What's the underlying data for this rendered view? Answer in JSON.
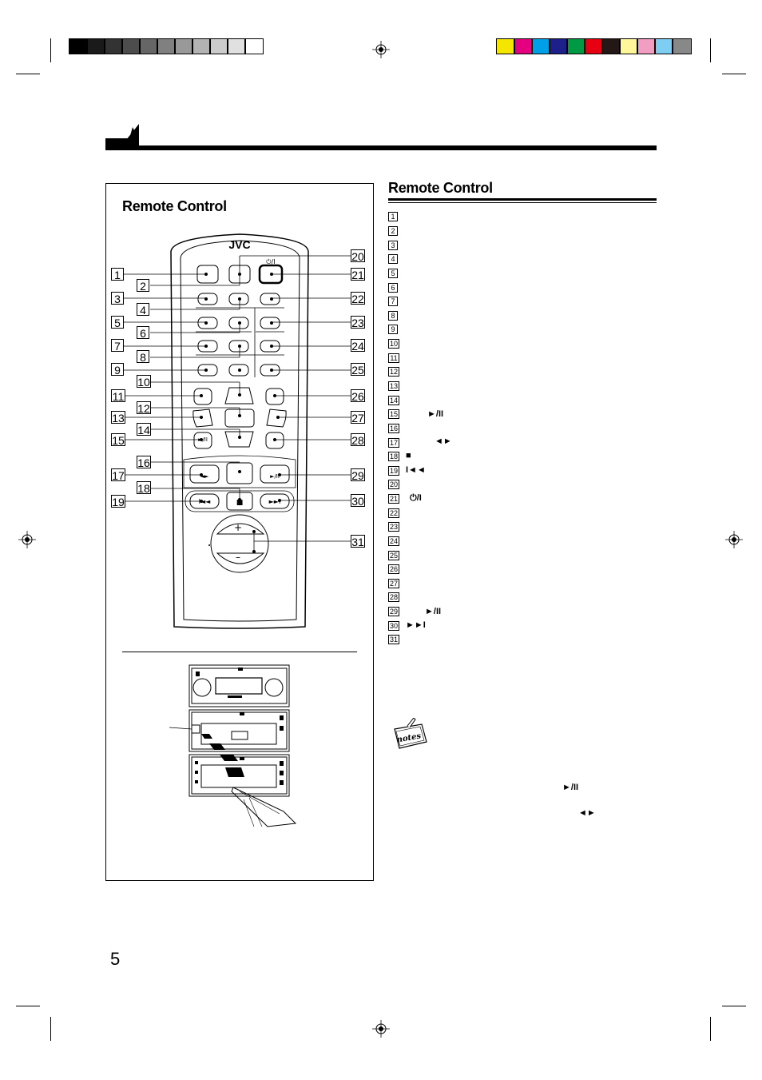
{
  "page_number": "5",
  "left_panel": {
    "title": "Remote Control"
  },
  "right_panel": {
    "title": "Remote Control"
  },
  "remote": {
    "brand": "JVC",
    "power_symbol": "⏻/I",
    "plus": "+",
    "minus": "–",
    "play_pause": "►/II",
    "fm_mode": "◄►",
    "stop": "■",
    "prev": "I◄◄",
    "next": "►►I"
  },
  "left_numbers": [
    "1",
    "2",
    "3",
    "4",
    "5",
    "6",
    "7",
    "8",
    "9",
    "10",
    "11",
    "12",
    "13",
    "14",
    "15",
    "16",
    "17",
    "18",
    "19"
  ],
  "right_numbers": [
    "20",
    "21",
    "22",
    "23",
    "24",
    "25",
    "26",
    "27",
    "28",
    "29",
    "30",
    "31"
  ],
  "list_items": [
    {
      "n": "1",
      "sym": ""
    },
    {
      "n": "2",
      "sym": ""
    },
    {
      "n": "3",
      "sym": ""
    },
    {
      "n": "4",
      "sym": ""
    },
    {
      "n": "5",
      "sym": ""
    },
    {
      "n": "6",
      "sym": ""
    },
    {
      "n": "7",
      "sym": ""
    },
    {
      "n": "8",
      "sym": ""
    },
    {
      "n": "9",
      "sym": ""
    },
    {
      "n": "10",
      "sym": ""
    },
    {
      "n": "11",
      "sym": ""
    },
    {
      "n": "12",
      "sym": ""
    },
    {
      "n": "13",
      "sym": ""
    },
    {
      "n": "14",
      "sym": ""
    },
    {
      "n": "15",
      "sym": "►/II"
    },
    {
      "n": "16",
      "sym": ""
    },
    {
      "n": "17",
      "sym": "◄►"
    },
    {
      "n": "18",
      "sym": "■"
    },
    {
      "n": "19",
      "sym": "I◄◄"
    },
    {
      "n": "20",
      "sym": ""
    },
    {
      "n": "21",
      "sym": "⏻/I"
    },
    {
      "n": "22",
      "sym": ""
    },
    {
      "n": "23",
      "sym": ""
    },
    {
      "n": "24",
      "sym": ""
    },
    {
      "n": "25",
      "sym": ""
    },
    {
      "n": "26",
      "sym": ""
    },
    {
      "n": "27",
      "sym": ""
    },
    {
      "n": "28",
      "sym": ""
    },
    {
      "n": "29",
      "sym": "►/II"
    },
    {
      "n": "30",
      "sym": "►►I"
    },
    {
      "n": "31",
      "sym": ""
    }
  ],
  "notes": {
    "label": "notes",
    "sym1": "►/II",
    "sym2": "◄►"
  },
  "colors": {
    "black": "#000000",
    "swatch_yellow": "#f5e600",
    "swatch_magenta": "#e4007f",
    "swatch_cyan": "#00a0e9"
  }
}
